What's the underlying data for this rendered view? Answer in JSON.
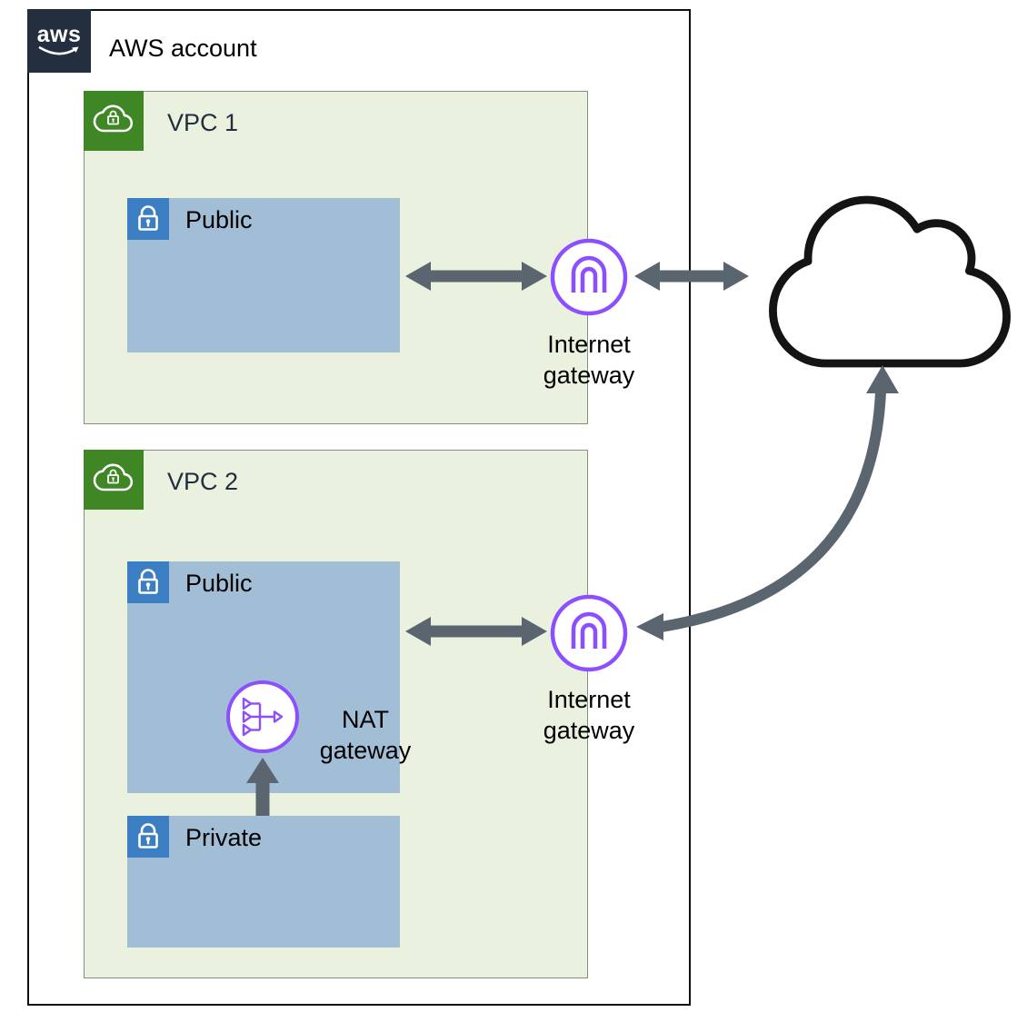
{
  "account": {
    "label": "AWS account",
    "logo_text": "aws"
  },
  "vpcs": [
    {
      "label": "VPC 1",
      "subnets": [
        {
          "label": "Public"
        }
      ]
    },
    {
      "label": "VPC 2",
      "subnets": [
        {
          "label": "Public"
        },
        {
          "label": "Private"
        }
      ]
    }
  ],
  "gateways": {
    "igw1": {
      "line1": "Internet",
      "line2": "gateway"
    },
    "igw2": {
      "line1": "Internet",
      "line2": "gateway"
    },
    "nat": {
      "line1": "NAT",
      "line2": "gateway"
    }
  },
  "colors": {
    "aws_dark": "#232F3E",
    "vpc_green": "#3F8624",
    "vpc_fill": "#EAF2DF",
    "subnet_fill": "#A2BED7",
    "subnet_icon_blue": "#3B7EC2",
    "gateway_purple": "#8C4FFF",
    "arrow_gray": "#5B6570"
  }
}
